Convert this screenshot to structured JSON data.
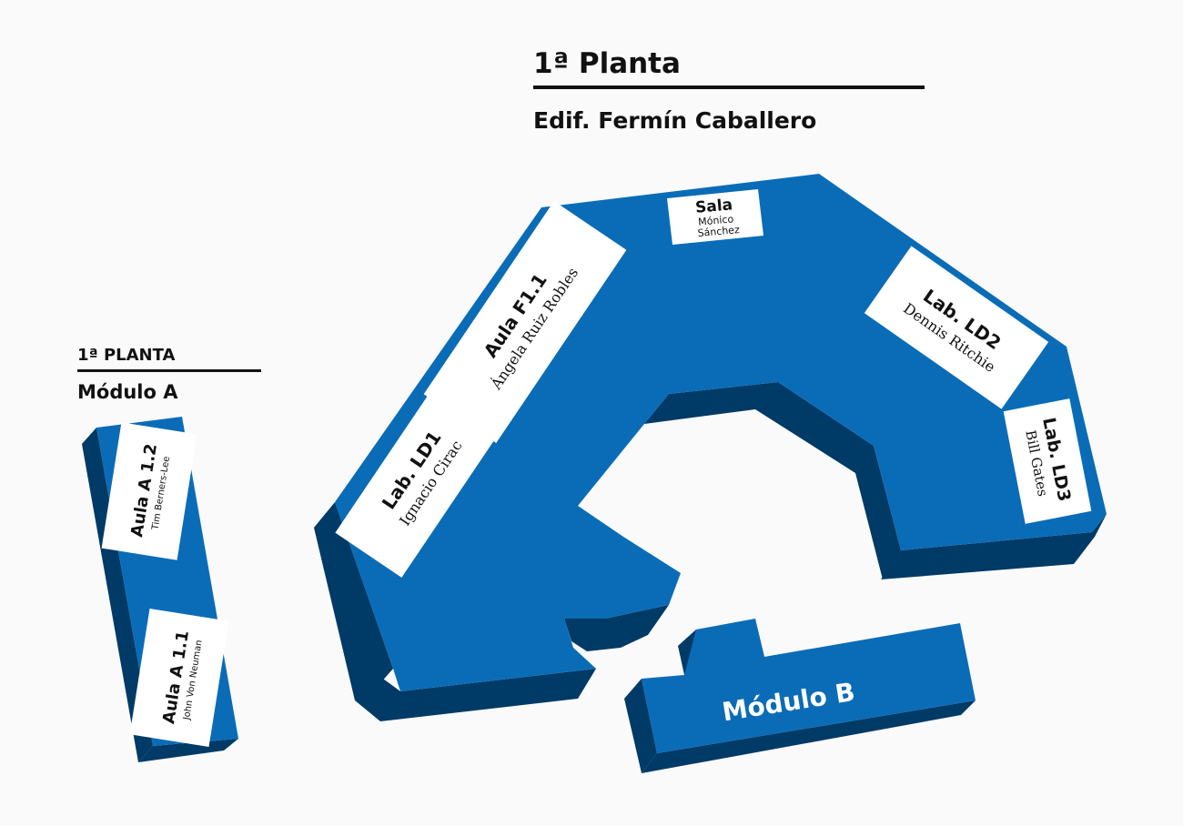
{
  "header": {
    "floor_title": "1ª Planta",
    "building_title": "Edif. Fermín Caballero"
  },
  "module_a_header": {
    "floor_title": "1ª PLANTA",
    "module_title": "Módulo A"
  },
  "rooms": {
    "sala": {
      "name": "Sala",
      "person_line1": "Mónico",
      "person_line2": "Sánchez"
    },
    "aula_f1_1": {
      "name": "Aula F1.1",
      "person": "Ángela Ruiz Robles"
    },
    "lab_ld1": {
      "name": "Lab. LD1",
      "person": "Ignacio Cirac"
    },
    "lab_ld2": {
      "name": "Lab. LD2",
      "person": "Dennis Ritchie"
    },
    "lab_ld3": {
      "name": "Lab. LD3",
      "person": "Bill Gates"
    },
    "aula_a1_2": {
      "name": "Aula A 1.2",
      "person": "Tim Berners-Lee"
    },
    "aula_a1_1": {
      "name": "Aula A 1.1",
      "person": "John Von Neuman"
    }
  },
  "module_b": {
    "label": "Módulo B"
  },
  "colors": {
    "building_top": "#0a6cb7",
    "building_side": "#003a66",
    "label_bg": "#ffffff",
    "text": "#111111"
  }
}
